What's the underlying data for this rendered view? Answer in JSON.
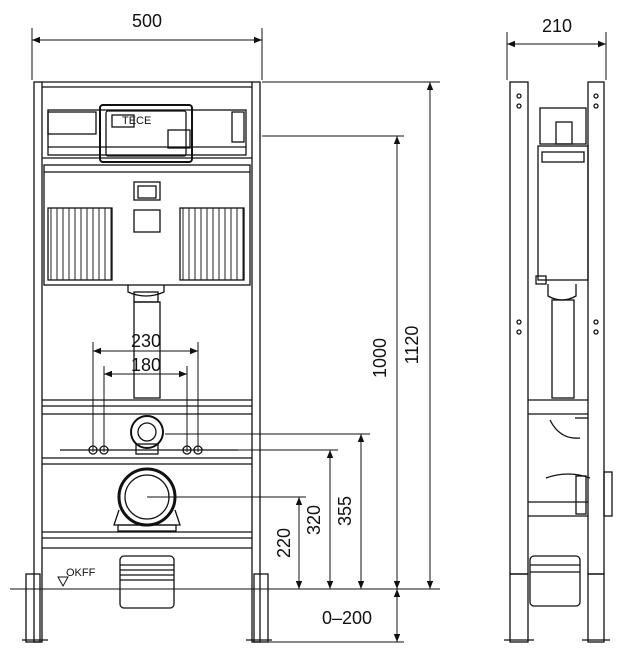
{
  "front_view": {
    "width_label": "500",
    "height_total_label": "1120",
    "height_frame_label": "1000",
    "drain_spacing_label": "230",
    "drain_inner_label": "180",
    "dim_355_label": "355",
    "dim_320_label": "320",
    "dim_220_label": "220",
    "adjust_label": "0–200",
    "floor_label": "OKFF"
  },
  "side_view": {
    "depth_label": "210"
  }
}
